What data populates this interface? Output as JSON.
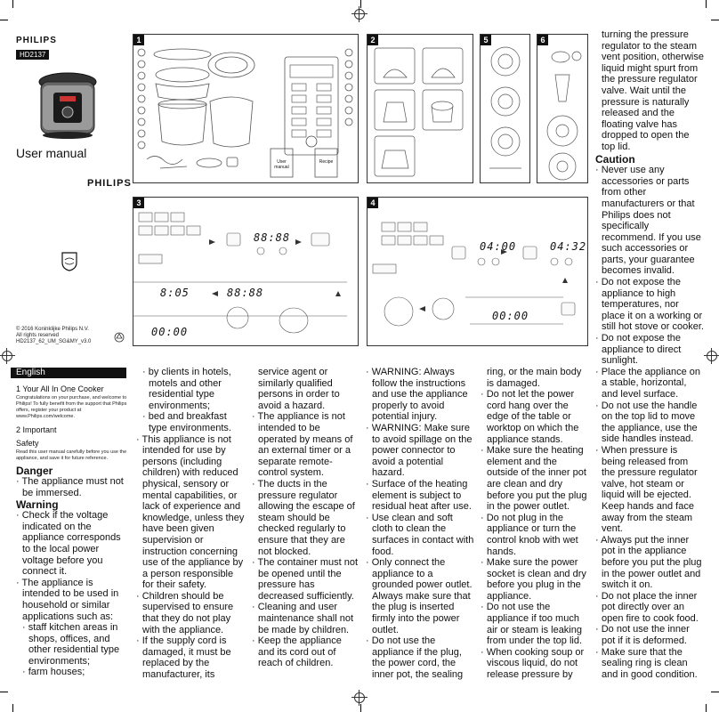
{
  "cover": {
    "brand_top": "PHILIPS",
    "model": "HD2137",
    "title": "User manual",
    "brand_logo": "PHILIPS",
    "copyright": "© 2016 Koninklijke Philips N.V.",
    "rights": "All rights reserved",
    "doc_code": "HD2137_62_UM_SG&MY_v3.0"
  },
  "panels": {
    "p1": "1",
    "p2": "2",
    "p3": "3",
    "p4": "4",
    "p5": "5",
    "p6": "6",
    "booklet_1": "User manual",
    "booklet_2": "Recipe",
    "p3_lcd_1": "88:88",
    "p3_lcd_2": "8:05",
    "p3_lcd_3": "88:88",
    "p3_lcd_4": "00:00",
    "p4_lcd_1": "04:00",
    "p4_lcd_2": "04:32",
    "p4_lcd_3": "00:00"
  },
  "col1": {
    "lang_tab": "English",
    "sec1_heading": "1    Your All In One Cooker",
    "sec1_body": "Congratulations on your purchase, and welcome to Philips! To fully benefit from the support that Philips offers, register your product at www.Philips.com/welcome.",
    "sec2_heading": "2    Important",
    "safety_heading": "Safety",
    "safety_body": "Read this user manual carefully before you use the appliance, and save it for future reference.",
    "danger_heading": "Danger",
    "danger_1": "· The appliance must not be immersed.",
    "warning_heading": "Warning",
    "warn_1": "· Check if the voltage indicated on the appliance corresponds to the local power voltage before you connect it.",
    "warn_2": "· The appliance is intended to be used in household or similar applications such as:",
    "warn_2a": "· staff kitchen areas in shops, offices, and other residential type environments;",
    "warn_2b": "· farm houses;"
  },
  "col2": {
    "c_1": "· by clients in hotels, motels and other residential type environments;",
    "c_2": "· bed and breakfast type environments.",
    "c_3": "· This appliance is not intended for use by persons (including children) with reduced physical, sensory or mental capabilities, or lack of experience and knowledge, unless they have been given supervision or instruction concerning use of the appliance by a person responsible for their safety.",
    "c_4": "· Children should be supervised to ensure that they do not play with the appliance.",
    "c_5": "· If the supply cord is damaged, it must be replaced by the manufacturer, its"
  },
  "col3": {
    "c_1": "service agent or similarly qualified persons in order to avoid a hazard.",
    "c_2": "· The appliance is not intended to be operated by means of an external timer or a separate remote-control system.",
    "c_3": "· The ducts in the pressure regulator allowing the escape of steam should be checked regularly to ensure that they are not blocked.",
    "c_4": "· The container must not be opened until the pressure has decreased sufficiently.",
    "c_5": "· Cleaning and user maintenance shall not be made by children.",
    "c_6": "· Keep the appliance and its cord out of reach of children."
  },
  "col4": {
    "c_1": "· WARNING: Always follow the instructions and use the appliance properly to avoid potential injury.",
    "c_2": "· WARNING: Make sure to avoid spillage on the power connector to avoid a potential hazard.",
    "c_3": "· Surface of the heating element is subject to residual heat after use.",
    "c_4": "· Use clean and soft cloth to clean the surfaces in contact with food.",
    "c_5": "· Only connect the appliance to a grounded power outlet. Always make sure that the plug is inserted firmly into the power outlet.",
    "c_6": "· Do not use the appliance if the plug, the power cord, the inner pot, the sealing"
  },
  "col5": {
    "c_1": "ring, or the main body is damaged.",
    "c_2": "· Do not let the power cord hang over the edge of the table or worktop on which the appliance stands.",
    "c_3": "· Make sure the heating element and the outside of the inner pot are clean and dry before you put the plug in the power outlet.",
    "c_4": "· Do not plug in the appliance or turn the control knob with wet hands.",
    "c_5": "· Make sure the power socket is clean and dry before you plug in the appliance.",
    "c_6": "· Do not use the appliance if too much air or steam is leaking from under the top lid.",
    "c_7": "· When cooking soup or viscous liquid, do not release pressure by"
  },
  "col6": {
    "c_1": "turning the pressure regulator to the steam vent position, otherwise liquid might spurt from the pressure regulator valve. Wait until the pressure is naturally released and the floating valve has dropped to open the top lid.",
    "caution_heading": "Caution",
    "c_2": "· Never use any accessories or parts from other manufacturers or that Philips does not specifically recommend. If you use such accessories or parts, your guarantee becomes invalid.",
    "c_3": "· Do not expose the appliance to high temperatures, nor place it on a working or still hot stove or cooker.",
    "c_4": "· Do not expose the appliance to direct sunlight.",
    "c_5": "· Place the appliance on a stable, horizontal, and level surface.",
    "c_6": "· Do not use the handle on the top lid to move the appliance, use the side handles instead.",
    "c_7": "· When pressure is being released from the pressure regulator valve, hot steam or liquid will be ejected. Keep hands and face away from the steam vent.",
    "c_8": "· Always put the inner pot in the appliance before you put the plug in the power outlet and switch it on.",
    "c_9": "· Do not place the inner pot directly over an open fire to cook food.",
    "c_10": "· Do not use the inner pot if it is deformed.",
    "c_11": "· Make sure that the sealing ring is clean and in good condition."
  }
}
